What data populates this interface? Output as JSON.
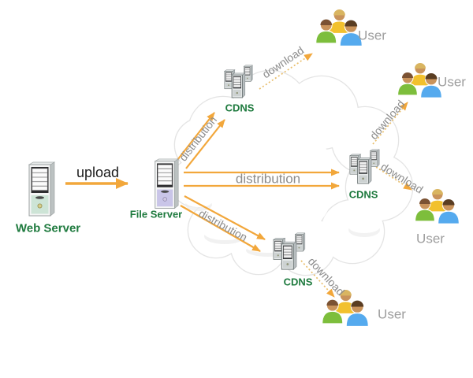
{
  "diagram": {
    "type": "cdn-architecture",
    "cloud": "internet-cloud"
  },
  "colors": {
    "arrow_orange": "#F2A73B",
    "download_dots": "#E9BE6B",
    "node_label_green": "#1E7A3E",
    "edge_label_gray": "#8C8C8C",
    "user_label_gray": "#9E9E9E",
    "upload_text": "#1B1B1B",
    "cloud_outline": "#E4E4E4"
  },
  "icons": {
    "web_server": "tower-server-icon",
    "file_server": "tower-server-icon",
    "cdns": "server-cluster-icon",
    "user": "user-group-icon"
  },
  "nodes": {
    "web_server": {
      "label": "Web Server"
    },
    "file_server": {
      "label": "File Server"
    },
    "cdns_top": {
      "label": "CDNS"
    },
    "cdns_right": {
      "label": "CDNS"
    },
    "cdns_bottom": {
      "label": "CDNS"
    },
    "user_top": {
      "label": "User"
    },
    "user_upper_right": {
      "label": "User"
    },
    "user_right": {
      "label": "User"
    },
    "user_bottom": {
      "label": "User"
    }
  },
  "edges": [
    {
      "from": "web_server",
      "to": "file_server",
      "label": "upload",
      "style": "solid"
    },
    {
      "from": "file_server",
      "to": "cdns_top",
      "label": "distribution",
      "style": "solid-double"
    },
    {
      "from": "file_server",
      "to": "cdns_right",
      "label": "distribution",
      "style": "solid-double"
    },
    {
      "from": "file_server",
      "to": "cdns_bottom",
      "label": "distribution",
      "style": "solid-double"
    },
    {
      "from": "cdns_top",
      "to": "user_top",
      "label": "download",
      "style": "dotted"
    },
    {
      "from": "cdns_right",
      "to": "user_upper_right",
      "label": "download",
      "style": "dotted"
    },
    {
      "from": "cdns_right",
      "to": "user_right",
      "label": "download",
      "style": "dotted"
    },
    {
      "from": "cdns_bottom",
      "to": "user_bottom",
      "label": "download",
      "style": "dotted"
    }
  ]
}
